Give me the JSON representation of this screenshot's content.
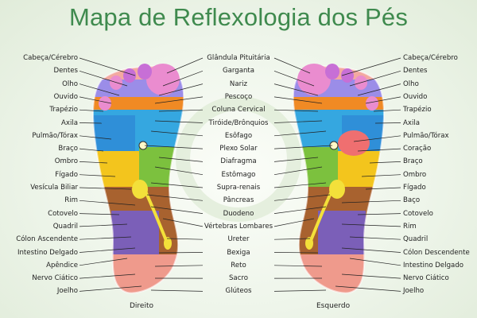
{
  "title": "Mapa de Reflexologia dos Pés",
  "feet": {
    "right": "Direito",
    "left": "Esquerdo"
  },
  "labels_left": [
    "Cabeça/Cérebro",
    "Dentes",
    "Olho",
    "Ouvido",
    "Trapézio",
    "Axila",
    "Pulmão/Tórax",
    "Braço",
    "Ombro",
    "Fígado",
    "Vesícula Biliar",
    "Rim",
    "Cotovelo",
    "Quadril",
    "Cólon Ascendente",
    "Intestino Delgado",
    "Apêndice",
    "Nervo Ciático",
    "Joelho"
  ],
  "labels_center": [
    "Glândula Pituitária",
    "Garganta",
    "Nariz",
    "Pescoço",
    "Coluna Cervical",
    "Tiróide/Brônquios",
    "Esôfago",
    "Plexo Solar",
    "Diafragma",
    "Estômago",
    "Supra-renais",
    "Pâncreas",
    "Duodeno",
    "Vértebras Lombares",
    "Ureter",
    "Bexiga",
    "Reto",
    "Sacro",
    "Glúteos"
  ],
  "labels_right": [
    "Cabeça/Cérebro",
    "Dentes",
    "Olho",
    "Ouvido",
    "Trapézio",
    "Axila",
    "Pulmão/Tórax",
    "Coração",
    "Braço",
    "Ombro",
    "Fígado",
    "Baço",
    "Cotovelo",
    "Rim",
    "Quadril",
    "Cólon Descendente",
    "Intestino Delgado",
    "Nervo Ciático",
    "Joelho"
  ],
  "colors": {
    "title": "#3f8a4e",
    "head": "#c76fd6",
    "teeth": "#9b8de8",
    "sinus": "#ea8ccf",
    "shoulder_blue": "#35a7e0",
    "orange": "#f08a24",
    "lung": "#2f8fd8",
    "yellow": "#f3c51d",
    "green": "#7cc13e",
    "brown": "#a8622f",
    "heel": "#ef9a8c",
    "purple": "#7b5fb8"
  }
}
